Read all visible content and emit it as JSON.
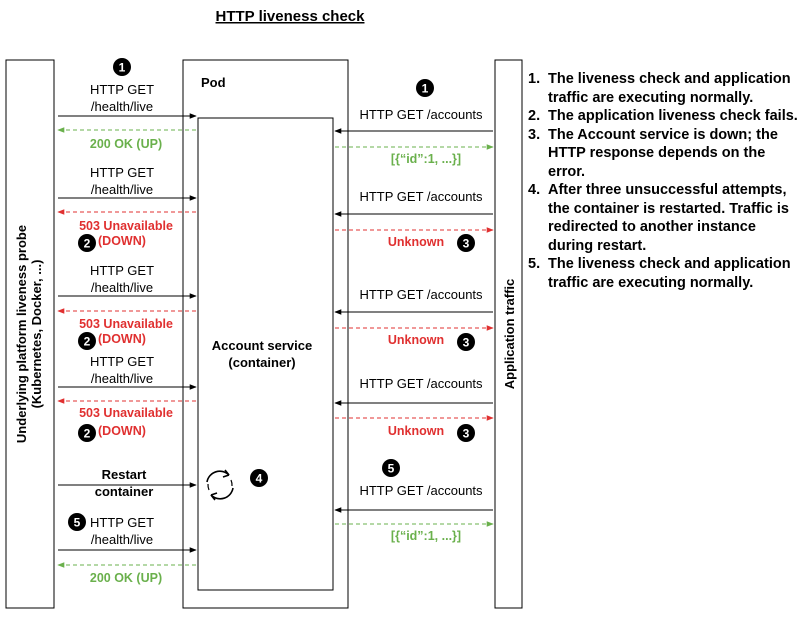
{
  "title": "HTTP liveness check",
  "left_lane": {
    "line1": "Underlying platform liveness probe",
    "line2": "(Kubernetes, Docker, ...)"
  },
  "right_lane": {
    "label": "Application traffic"
  },
  "pod": {
    "label": "Pod"
  },
  "service": {
    "line1": "Account service",
    "line2": "(container)"
  },
  "probe": {
    "req_line1": "HTTP GET",
    "req_line2": "/health/live",
    "ok": "200 OK (UP)",
    "fail_line1": "503 Unavailable",
    "fail_line2": "(DOWN)",
    "restart_line1": "Restart",
    "restart_line2": "container"
  },
  "traffic": {
    "req": "HTTP GET /accounts",
    "ok": "[{“id”:1, ...}]",
    "fail": "Unknown"
  },
  "markers": {
    "one": "1",
    "two": "2",
    "three": "3",
    "four": "4",
    "five": "5"
  },
  "notes": [
    {
      "num": "1.",
      "text": "The liveness check and application traffic are executing normally."
    },
    {
      "num": "2.",
      "text": "The application liveness check fails."
    },
    {
      "num": "3.",
      "text": "The Account service is down; the HTTP response depends on the error."
    },
    {
      "num": "4.",
      "text": "After three unsuccessful attempts, the container is restarted. Traffic is redirected to another instance during restart."
    },
    {
      "num": "5.",
      "text": "The liveness check and application traffic are executing normally."
    }
  ],
  "colors": {
    "ok": "#6ab04c",
    "fail": "#e03030",
    "line": "#000000"
  }
}
